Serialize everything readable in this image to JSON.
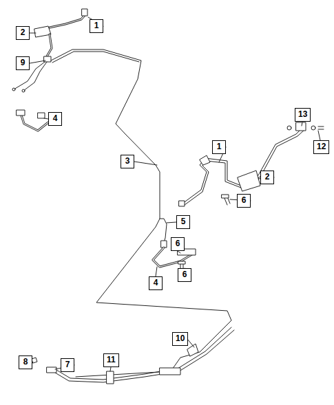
{
  "diagram": {
    "labels": [
      "1",
      "2",
      "9",
      "4",
      "3",
      "1",
      "13",
      "12",
      "2",
      "6",
      "5",
      "6",
      "4",
      "6",
      "10",
      "8",
      "11",
      "7"
    ]
  }
}
